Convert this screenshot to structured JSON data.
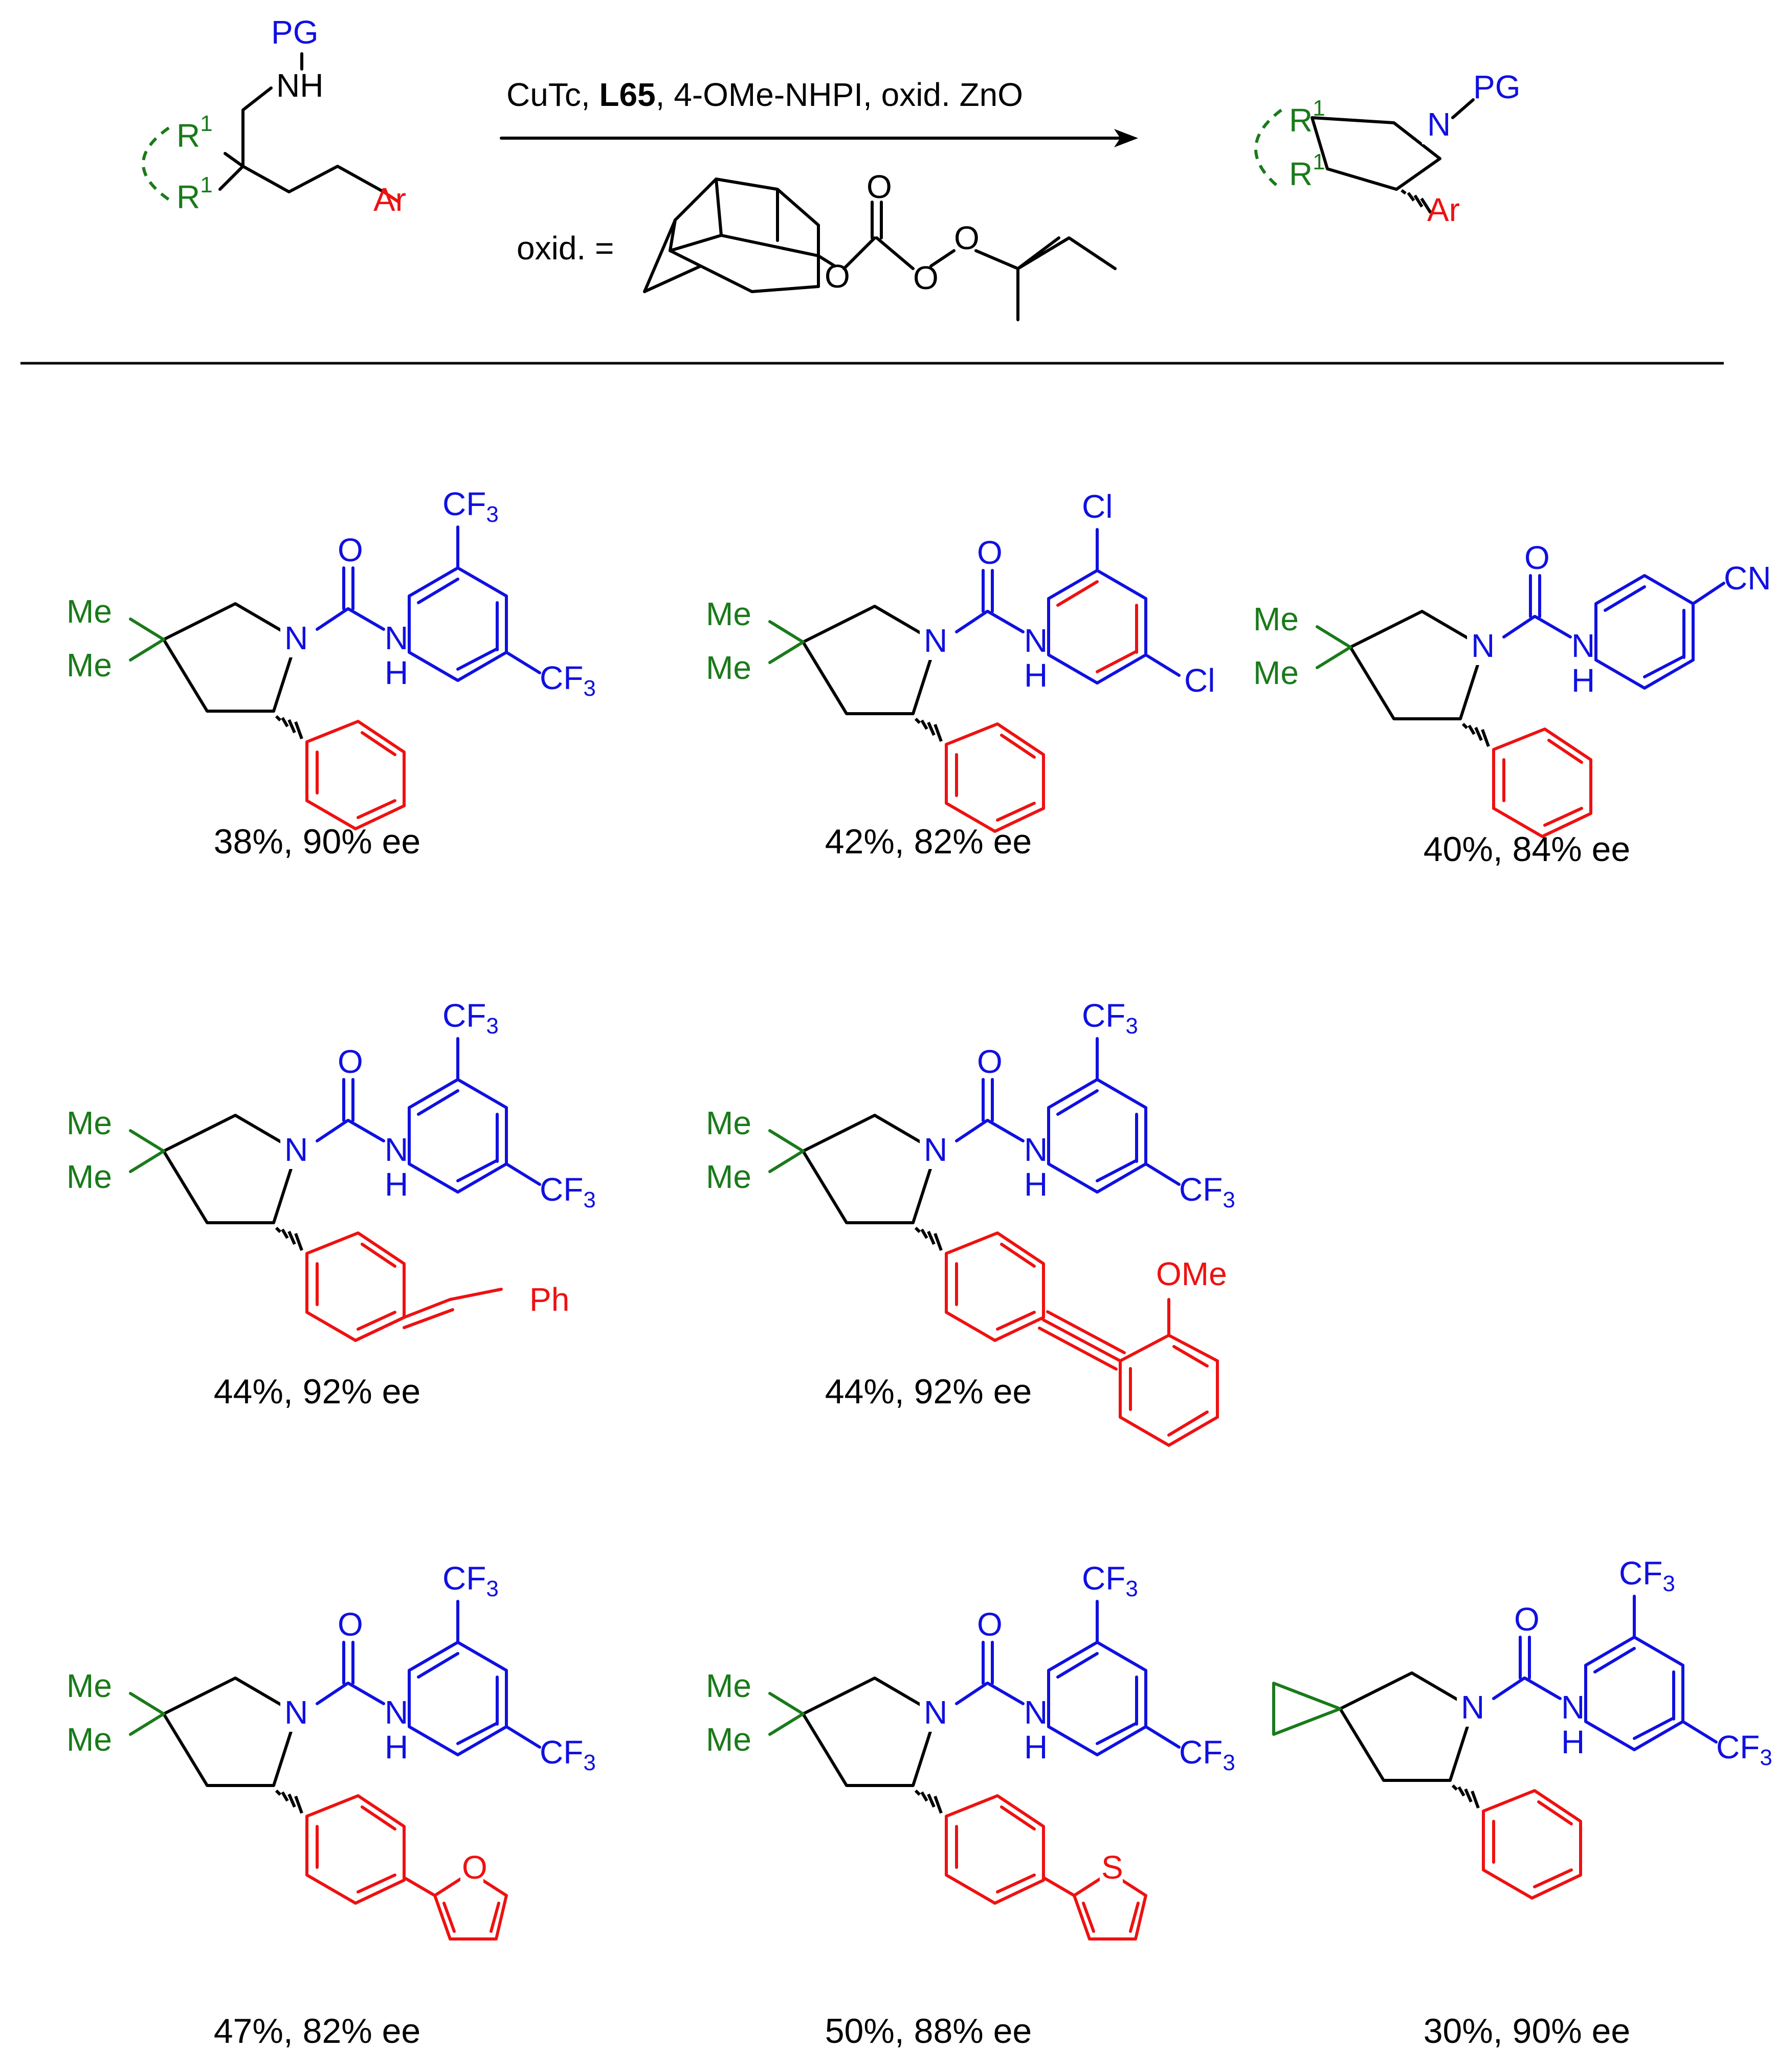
{
  "colors": {
    "black": "#000000",
    "blue": "#1010e0",
    "red": "#ee1111",
    "green": "#1a7a1a"
  },
  "reaction": {
    "conditions_part1": "CuTc, ",
    "conditions_ligand": "L65",
    "conditions_part2": ", 4-OMe-NHPI, oxid. ZnO",
    "oxidant_label": "oxid. =",
    "substrate": {
      "pg": "PG",
      "nh": "NH",
      "r1_top": "R",
      "r1_bottom": "R",
      "sup": "1",
      "ar": "Ar"
    },
    "product": {
      "n": "N",
      "pg": "PG",
      "r1_top": "R",
      "r1_bottom": "R",
      "sup": "1",
      "ar": "Ar"
    },
    "oxidant_atoms": {
      "o_carbonyl": "O",
      "o_ester": "O",
      "o_peroxy1": "O",
      "o_peroxy2": "O"
    }
  },
  "common_labels": {
    "me": "Me",
    "n": "N",
    "o": "O",
    "nh_n": "N",
    "nh_h": "H",
    "cf3_main": "CF",
    "cf3_sub": "3",
    "cl": "Cl",
    "cn": "CN",
    "ph": "Ph",
    "ome": "OMe",
    "s": "S"
  },
  "products": [
    {
      "id": "p1",
      "yield": "38%, 90% ee"
    },
    {
      "id": "p2",
      "yield": "42%, 82% ee"
    },
    {
      "id": "p3",
      "yield": "40%, 84% ee"
    },
    {
      "id": "p4",
      "yield": "44%, 92% ee"
    },
    {
      "id": "p5",
      "yield": "44%, 92% ee"
    },
    {
      "id": "p6",
      "yield": "47%, 82% ee"
    },
    {
      "id": "p7",
      "yield": "50%, 88% ee"
    },
    {
      "id": "p8",
      "yield": "30%, 90% ee"
    }
  ]
}
